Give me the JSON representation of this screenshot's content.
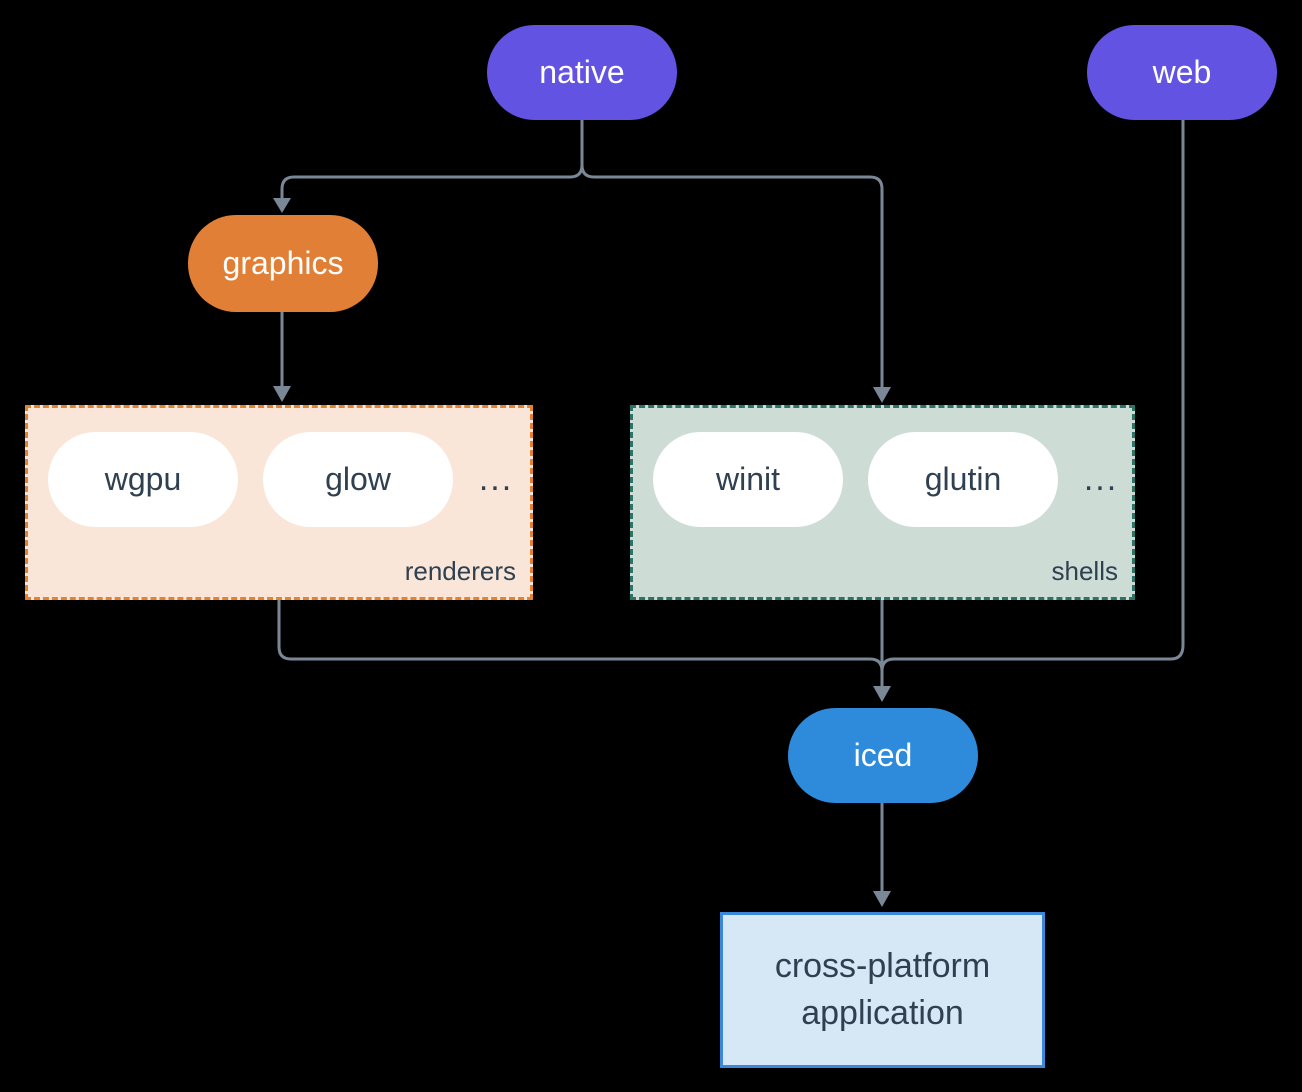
{
  "diagram": {
    "nodes": {
      "native": "native",
      "web": "web",
      "graphics": "graphics",
      "iced": "iced",
      "app": "cross-platform application"
    },
    "renderers_group": {
      "label": "renderers",
      "items": [
        "wgpu",
        "glow"
      ],
      "ellipsis": "..."
    },
    "shells_group": {
      "label": "shells",
      "items": [
        "winit",
        "glutin"
      ],
      "ellipsis": "..."
    },
    "colors": {
      "background": "#000000",
      "node_purple": "#6353e3",
      "node_orange": "#e07f35",
      "node_blue": "#2e8bdb",
      "node_white": "#ffffff",
      "renderers_bg": "#f9e6d8",
      "renderers_border": "#e5822f",
      "shells_bg": "#cedcd6",
      "shells_border": "#2a7568",
      "app_bg": "#d6e7f6",
      "app_border": "#3b87d9",
      "text_dark": "#2f4050",
      "text_light": "#ffffff",
      "connector": "#7a8796"
    }
  }
}
